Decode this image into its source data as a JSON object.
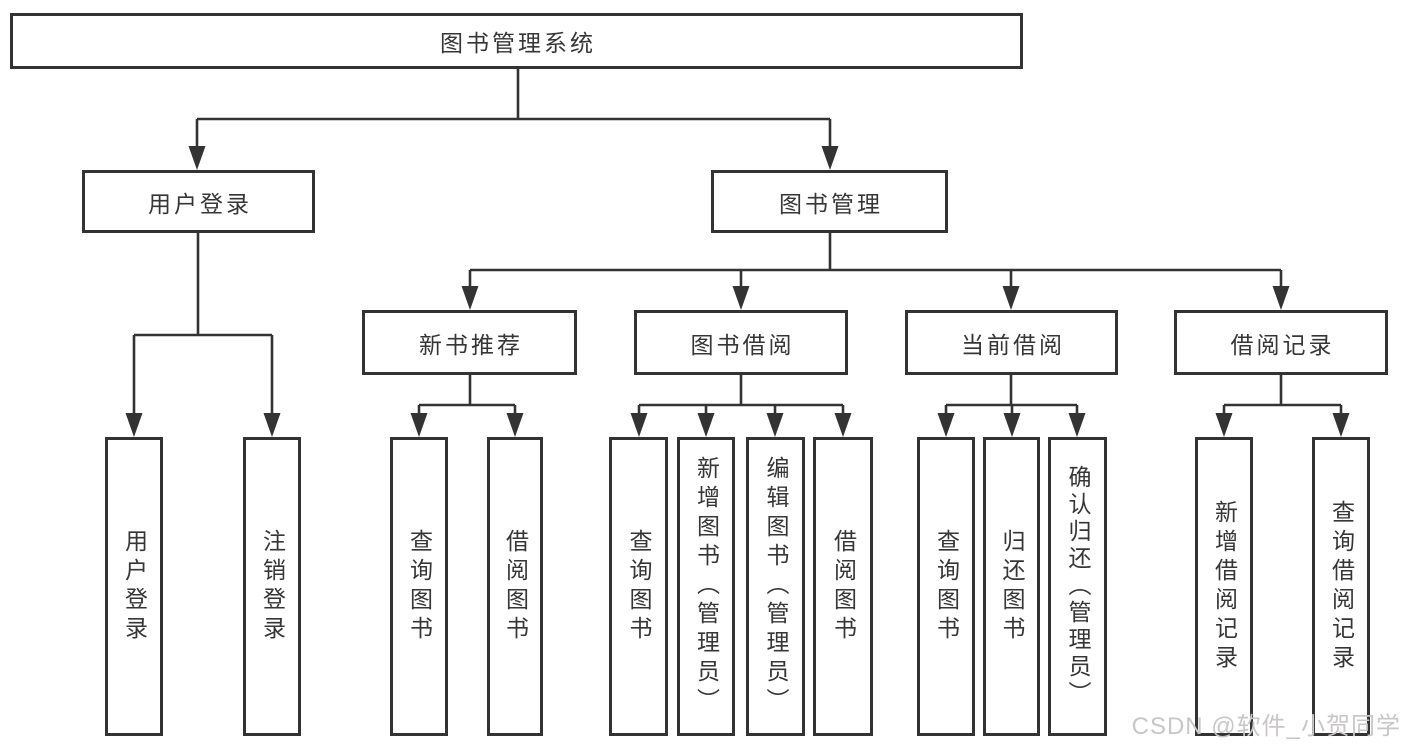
{
  "diagram": {
    "root": {
      "label": "图书管理系统"
    },
    "level2": [
      {
        "label": "用户登录"
      },
      {
        "label": "图书管理"
      }
    ],
    "login_children": [
      {
        "label": "用户登录"
      },
      {
        "label": "注销登录"
      }
    ],
    "mgmt_children": [
      {
        "label": "新书推荐"
      },
      {
        "label": "图书借阅"
      },
      {
        "label": "当前借阅"
      },
      {
        "label": "借阅记录"
      }
    ],
    "new_book_children": [
      {
        "label": "查询图书"
      },
      {
        "label": "借阅图书"
      }
    ],
    "book_borrow_children": [
      {
        "label": "查询图书"
      },
      {
        "label": "新增图书（管理员）"
      },
      {
        "label": "编辑图书（管理员）"
      },
      {
        "label": "借阅图书"
      }
    ],
    "current_borrow_children": [
      {
        "label": "查询图书"
      },
      {
        "label": "归还图书"
      },
      {
        "label": "确认归还（管理员）"
      }
    ],
    "borrow_record_children": [
      {
        "label": "新增借阅记录"
      },
      {
        "label": "查询借阅记录"
      }
    ],
    "colors": {
      "line": "#333333",
      "box_border": "#333333",
      "text": "#363636",
      "watermark": "#c9c6c6",
      "background": "#ffffff"
    }
  },
  "watermark": {
    "text": "CSDN @软件_小贺同学"
  }
}
